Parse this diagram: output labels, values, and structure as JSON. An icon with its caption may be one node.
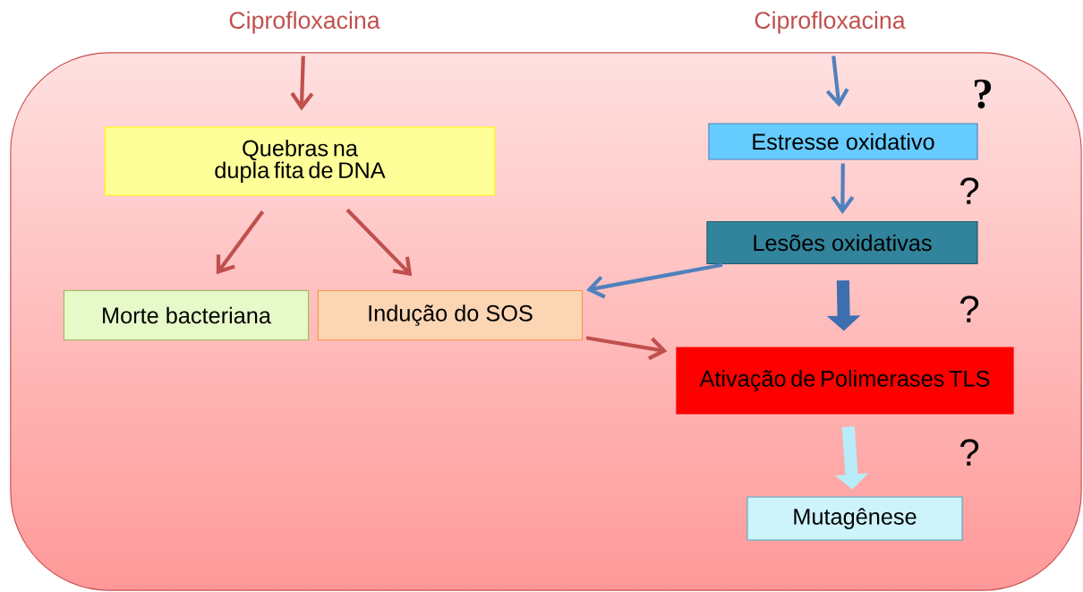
{
  "diagram": {
    "nodes": [
      {
        "text": [],
        "shape": "box"
      },
      {
        "text": [
          "Ciprofloxacina"
        ]
      },
      {
        "text": [
          "Ciprofloxacina"
        ]
      },
      {
        "text": [
          "Quebras na dupla fita de DNA"
        ],
        "in": 0
      },
      {
        "text": [
          "Estresse oxidativo"
        ],
        "in": 0
      },
      {
        "text": [
          "Lesões oxidativas"
        ],
        "in": 0
      },
      {
        "text": [
          "Morte bacteriana"
        ],
        "in": 0
      },
      {
        "text": [
          "Indução do SOS"
        ],
        "in": 0
      },
      {
        "text": [
          "Ativação de Polimerases TLS"
        ],
        "in": 0
      },
      {
        "text": [
          "Mutagênese"
        ],
        "in": 0
      }
    ],
    "edges": [
      {
        "from": 1,
        "to": 3,
        "arrow": "to"
      },
      {
        "from": 2,
        "to": 4,
        "arrow": "to",
        "color": "#4f81bd"
      },
      {
        "from": 3,
        "to": 6,
        "arrow": "to"
      },
      {
        "from": 3,
        "to": 7,
        "arrow": "to"
      },
      {
        "from": 4,
        "to": 5,
        "arrow": "to",
        "color": "#4f81bd"
      },
      {
        "from": 5,
        "to": 7,
        "arrow": "to",
        "color": "#4f81bd"
      },
      {
        "from": 5,
        "to": 8,
        "arrow": "to",
        "style": "thick",
        "color": "#3d6fae"
      },
      {
        "from": 7,
        "to": 8,
        "arrow": "to"
      },
      {
        "from": 8,
        "to": 9,
        "arrow": "to",
        "style": "thick",
        "color": "#b8ecf8"
      }
    ],
    "labels": [
      "?",
      "?",
      "?",
      "?"
    ]
  }
}
